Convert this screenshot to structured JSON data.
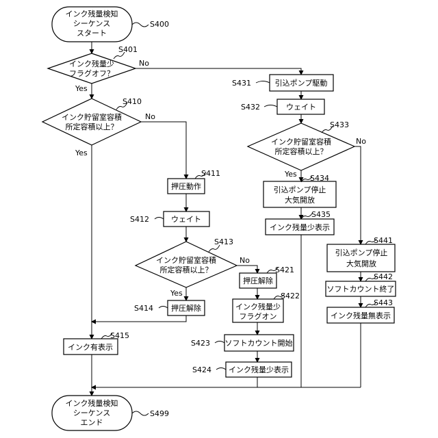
{
  "nodes": {
    "s400": {
      "lines": [
        "インク残量検知",
        "シーケンス",
        "スタート"
      ],
      "ref": "S400"
    },
    "s401": {
      "lines": [
        "インク残量少",
        "フラグオフ？"
      ],
      "ref": "S401"
    },
    "s410": {
      "lines": [
        "インク貯留室容積",
        "所定容積以上？"
      ],
      "ref": "S410"
    },
    "s411": {
      "lines": [
        "押圧動作"
      ],
      "ref": "S411"
    },
    "s412": {
      "lines": [
        "ウェイト"
      ],
      "ref": "S412"
    },
    "s413": {
      "lines": [
        "インク貯留室容積",
        "所定容積以上？"
      ],
      "ref": "S413"
    },
    "s414": {
      "lines": [
        "押圧解除"
      ],
      "ref": "S414"
    },
    "s415": {
      "lines": [
        "インク有表示"
      ],
      "ref": "S415"
    },
    "s421": {
      "lines": [
        "押圧解除"
      ],
      "ref": "S421"
    },
    "s422": {
      "lines": [
        "インク残量少",
        "フラグオン"
      ],
      "ref": "S422"
    },
    "s423": {
      "lines": [
        "ソフトカウント開始"
      ],
      "ref": "S423"
    },
    "s424": {
      "lines": [
        "インク残量少表示"
      ],
      "ref": "S424"
    },
    "s431": {
      "lines": [
        "引込ポンプ駆動"
      ],
      "ref": "S431"
    },
    "s432": {
      "lines": [
        "ウェイト"
      ],
      "ref": "S432"
    },
    "s433": {
      "lines": [
        "インク貯留室容積",
        "所定容積以上？"
      ],
      "ref": "S433"
    },
    "s434": {
      "lines": [
        "引込ポンプ停止",
        "大気開放"
      ],
      "ref": "S434"
    },
    "s435": {
      "lines": [
        "インク残量少表示"
      ],
      "ref": "S435"
    },
    "s441": {
      "lines": [
        "引込ポンプ停止",
        "大気開放"
      ],
      "ref": "S441"
    },
    "s442": {
      "lines": [
        "ソフトカウント終了"
      ],
      "ref": "S442"
    },
    "s443": {
      "lines": [
        "インク残量無表示"
      ],
      "ref": "S443"
    },
    "s499": {
      "lines": [
        "インク残量検知",
        "シーケンス",
        "エンド"
      ],
      "ref": "S499"
    }
  },
  "branch_labels": {
    "yes": "Yes",
    "no": "No"
  }
}
